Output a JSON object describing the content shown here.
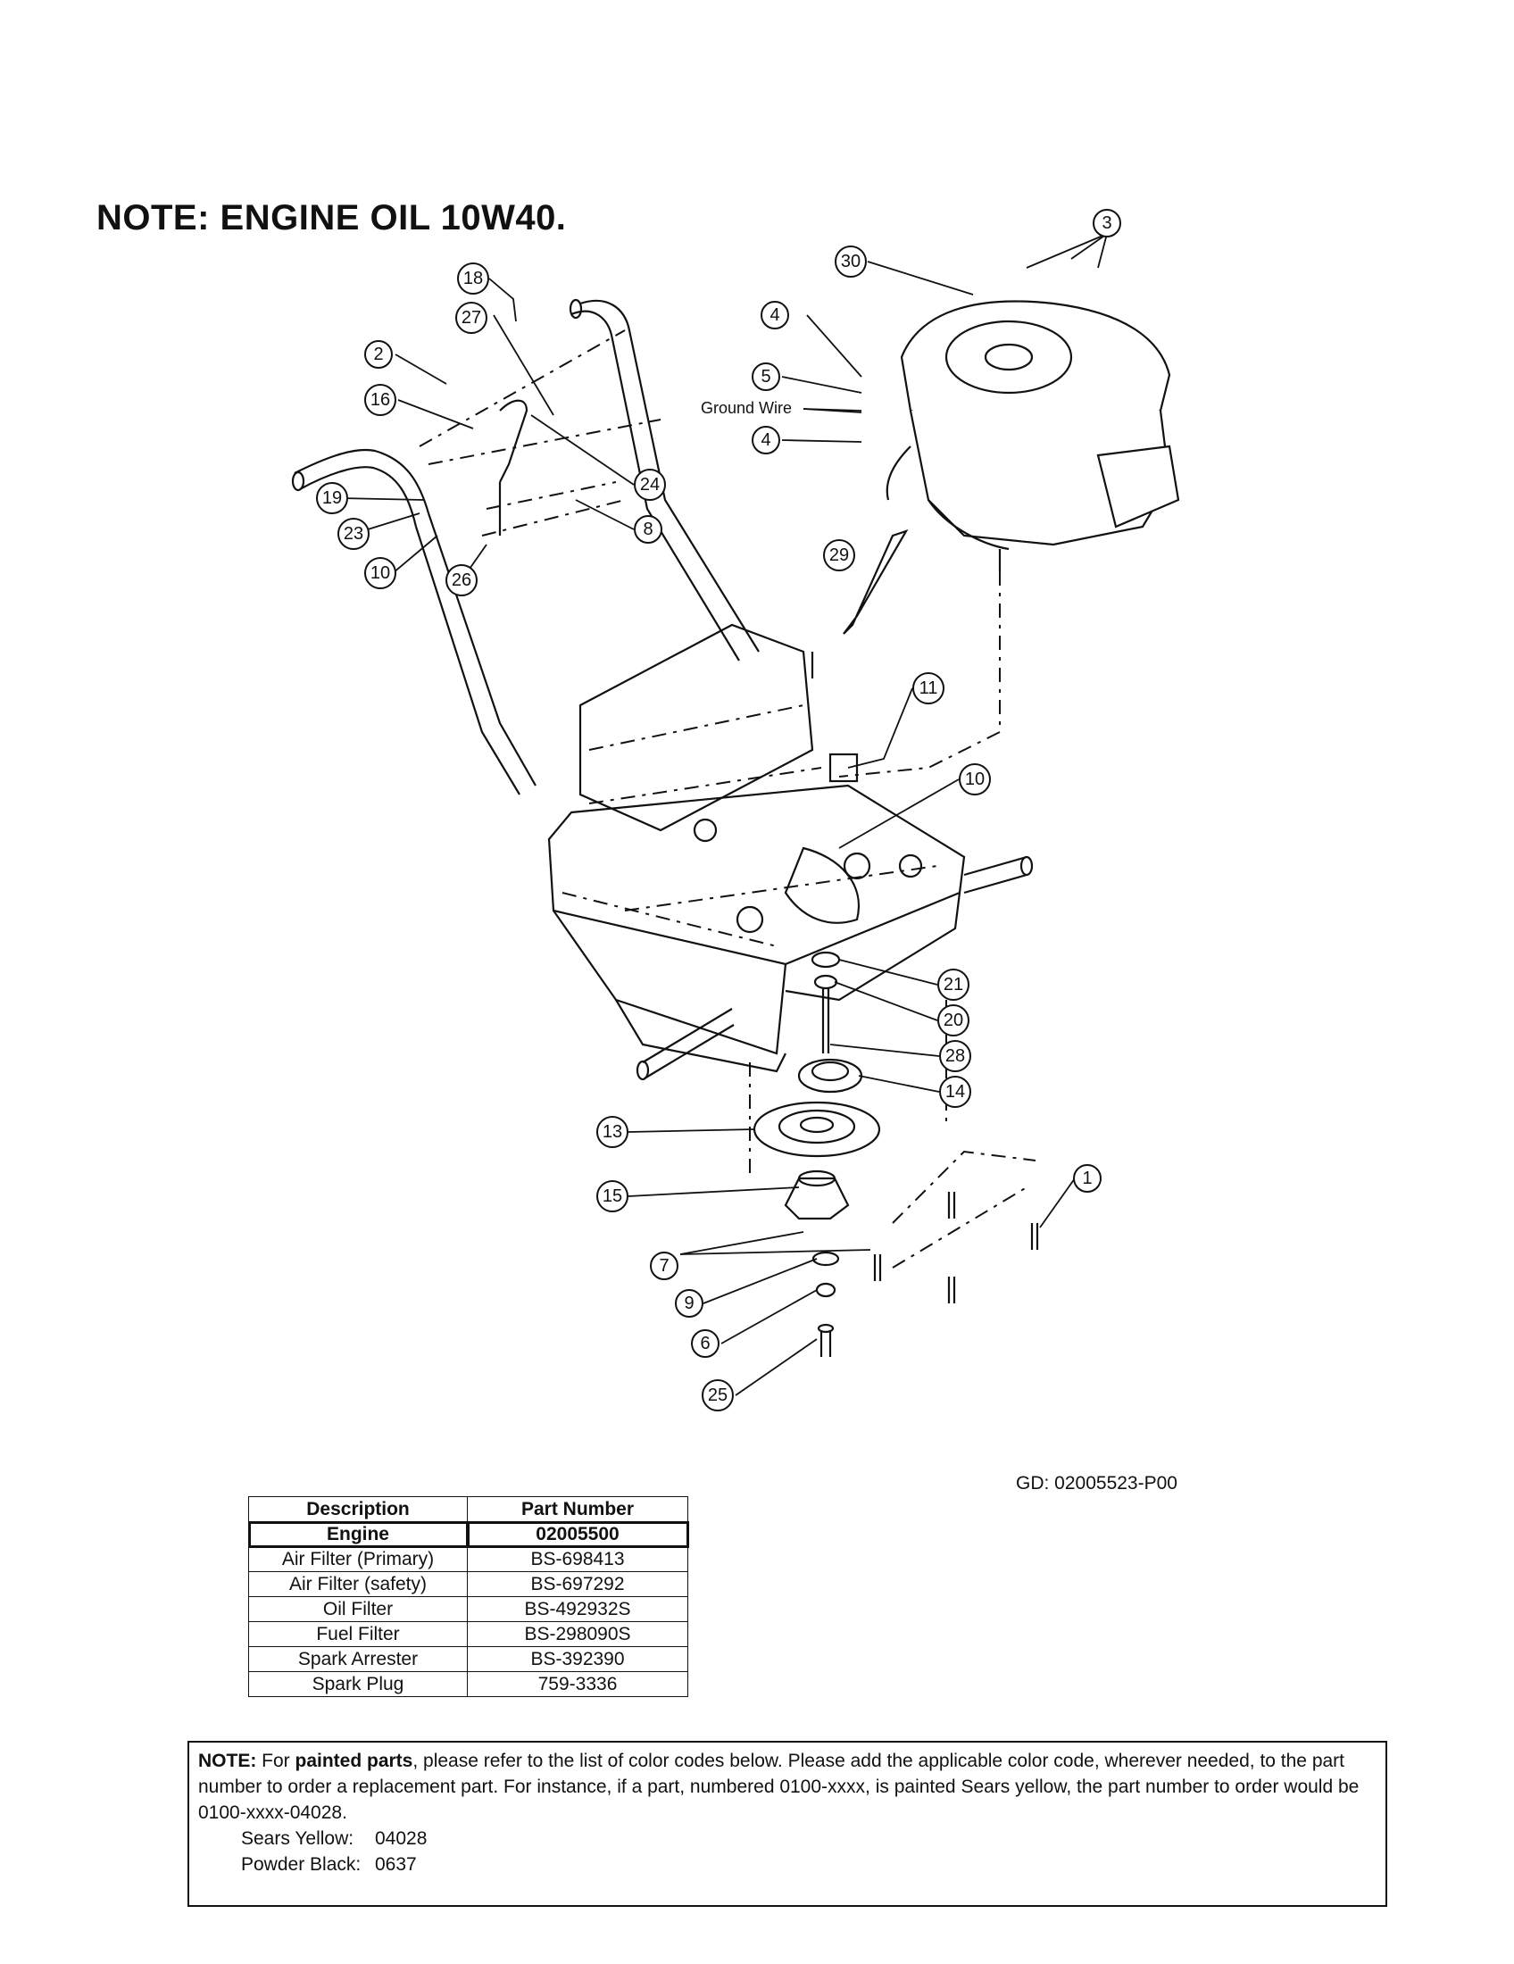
{
  "note_title": "NOTE: ENGINE OIL 10W40.",
  "ground_wire_label": "Ground Wire",
  "drawing_id": "GD: 02005523-P00",
  "table": {
    "headers": [
      "Description",
      "Part Number"
    ],
    "rows": [
      {
        "description": "Engine",
        "part_number": "02005500"
      },
      {
        "description": "Air Filter (Primary)",
        "part_number": "BS-698413"
      },
      {
        "description": "Air Filter (safety)",
        "part_number": "BS-697292"
      },
      {
        "description": "Oil Filter",
        "part_number": "BS-492932S"
      },
      {
        "description": "Fuel Filter",
        "part_number": "BS-298090S"
      },
      {
        "description": "Spark Arrester",
        "part_number": "BS-392390"
      },
      {
        "description": "Spark Plug",
        "part_number": "759-3336"
      }
    ]
  },
  "paint_note": {
    "prefix": "NOTE:",
    "text_before": " For ",
    "bold": "painted parts",
    "text_after": ", please refer to the list of color codes below. Please add the applicable color code, wherever needed, to the part number to order a replacement part. For instance, if a part, numbered 0100-xxxx, is painted Sears yellow, the part number to order would be 0100-xxxx-04028.",
    "codes": [
      {
        "label": "Sears Yellow:",
        "code": "04028"
      },
      {
        "label": "Powder Black:",
        "code": "0637"
      }
    ]
  },
  "callouts": [
    "1",
    "2",
    "3",
    "4",
    "5",
    "4",
    "6",
    "7",
    "8",
    "9",
    "10",
    "10",
    "11",
    "13",
    "14",
    "15",
    "16",
    "18",
    "19",
    "20",
    "21",
    "23",
    "24",
    "25",
    "26",
    "27",
    "28",
    "29",
    "30"
  ]
}
